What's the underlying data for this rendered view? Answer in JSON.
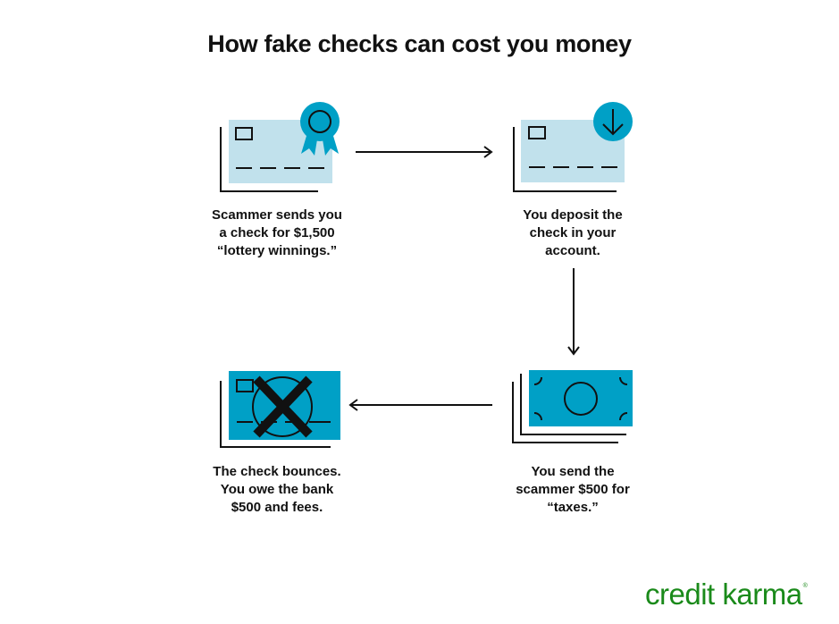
{
  "title": "How fake checks can cost you money",
  "colors": {
    "light_check": "#c1e1ec",
    "dark_check": "#00a0c6",
    "line": "#111111",
    "brand": "#1a8a1a"
  },
  "steps": [
    {
      "id": 1,
      "icon": "check-with-award-ribbon-icon",
      "caption": "Scammer sends you\na check for $1,500\n“lottery winnings.”"
    },
    {
      "id": 2,
      "icon": "check-with-deposit-arrow-icon",
      "caption": "You deposit the\ncheck in your\naccount."
    },
    {
      "id": 3,
      "icon": "stack-of-cash-icon",
      "caption": "You send the\nscammer $500 for\n“taxes.”"
    },
    {
      "id": 4,
      "icon": "bounced-check-x-icon",
      "caption": "The check bounces.\nYou owe the bank\n$500 and fees."
    }
  ],
  "flow_arrows": [
    {
      "from": 1,
      "to": 2,
      "direction": "right"
    },
    {
      "from": 2,
      "to": 3,
      "direction": "down"
    },
    {
      "from": 3,
      "to": 4,
      "direction": "left"
    }
  ],
  "logo": {
    "text": "credit karma",
    "mark": "®"
  }
}
